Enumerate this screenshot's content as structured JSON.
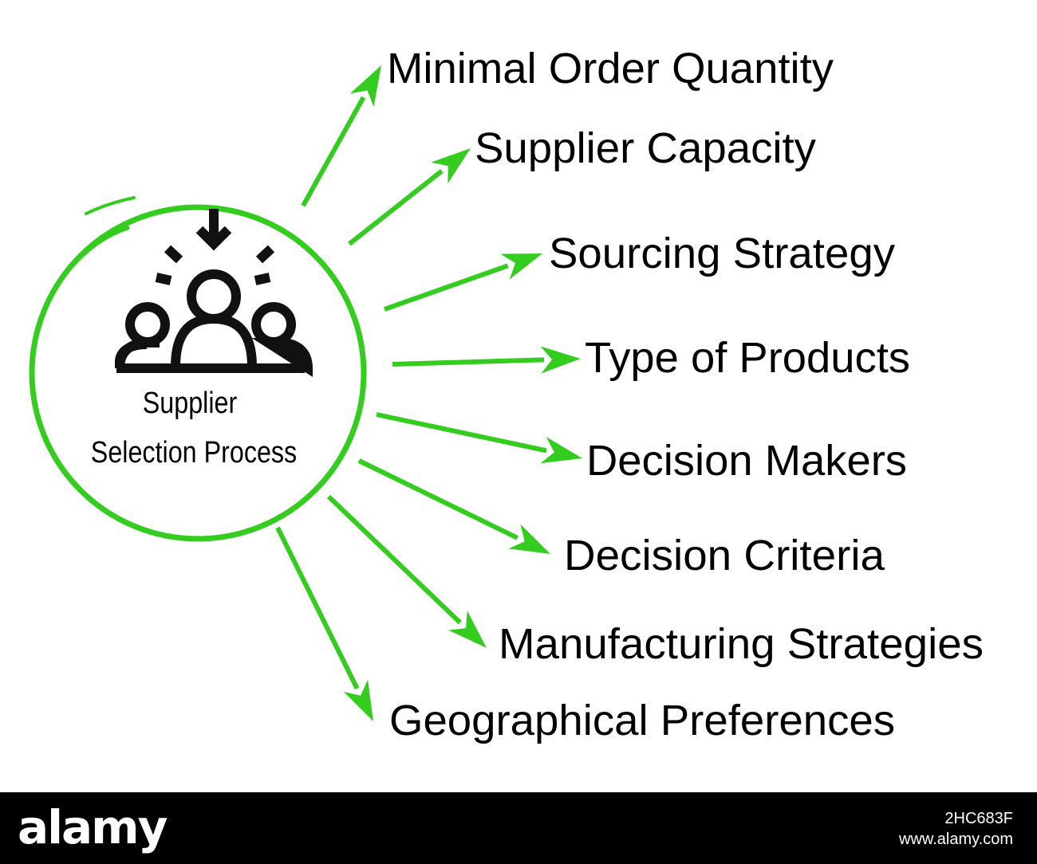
{
  "center": {
    "label_line1": "Supplier",
    "label_line2": "Selection Process",
    "icon": "team-group-icon"
  },
  "factors": [
    "Minimal Order Quantity",
    "Supplier Capacity",
    "Sourcing Strategy",
    "Type of Products",
    "Decision Makers",
    "Decision Criteria",
    "Manufacturing Strategies",
    "Geographical Preferences"
  ],
  "colors": {
    "accent": "#33cc1f",
    "text": "#000000",
    "background": "#ffffff",
    "footer": "#000000"
  },
  "footer": {
    "logo": "alamy",
    "image_id": "2HC683F",
    "site": "www.alamy.com"
  }
}
